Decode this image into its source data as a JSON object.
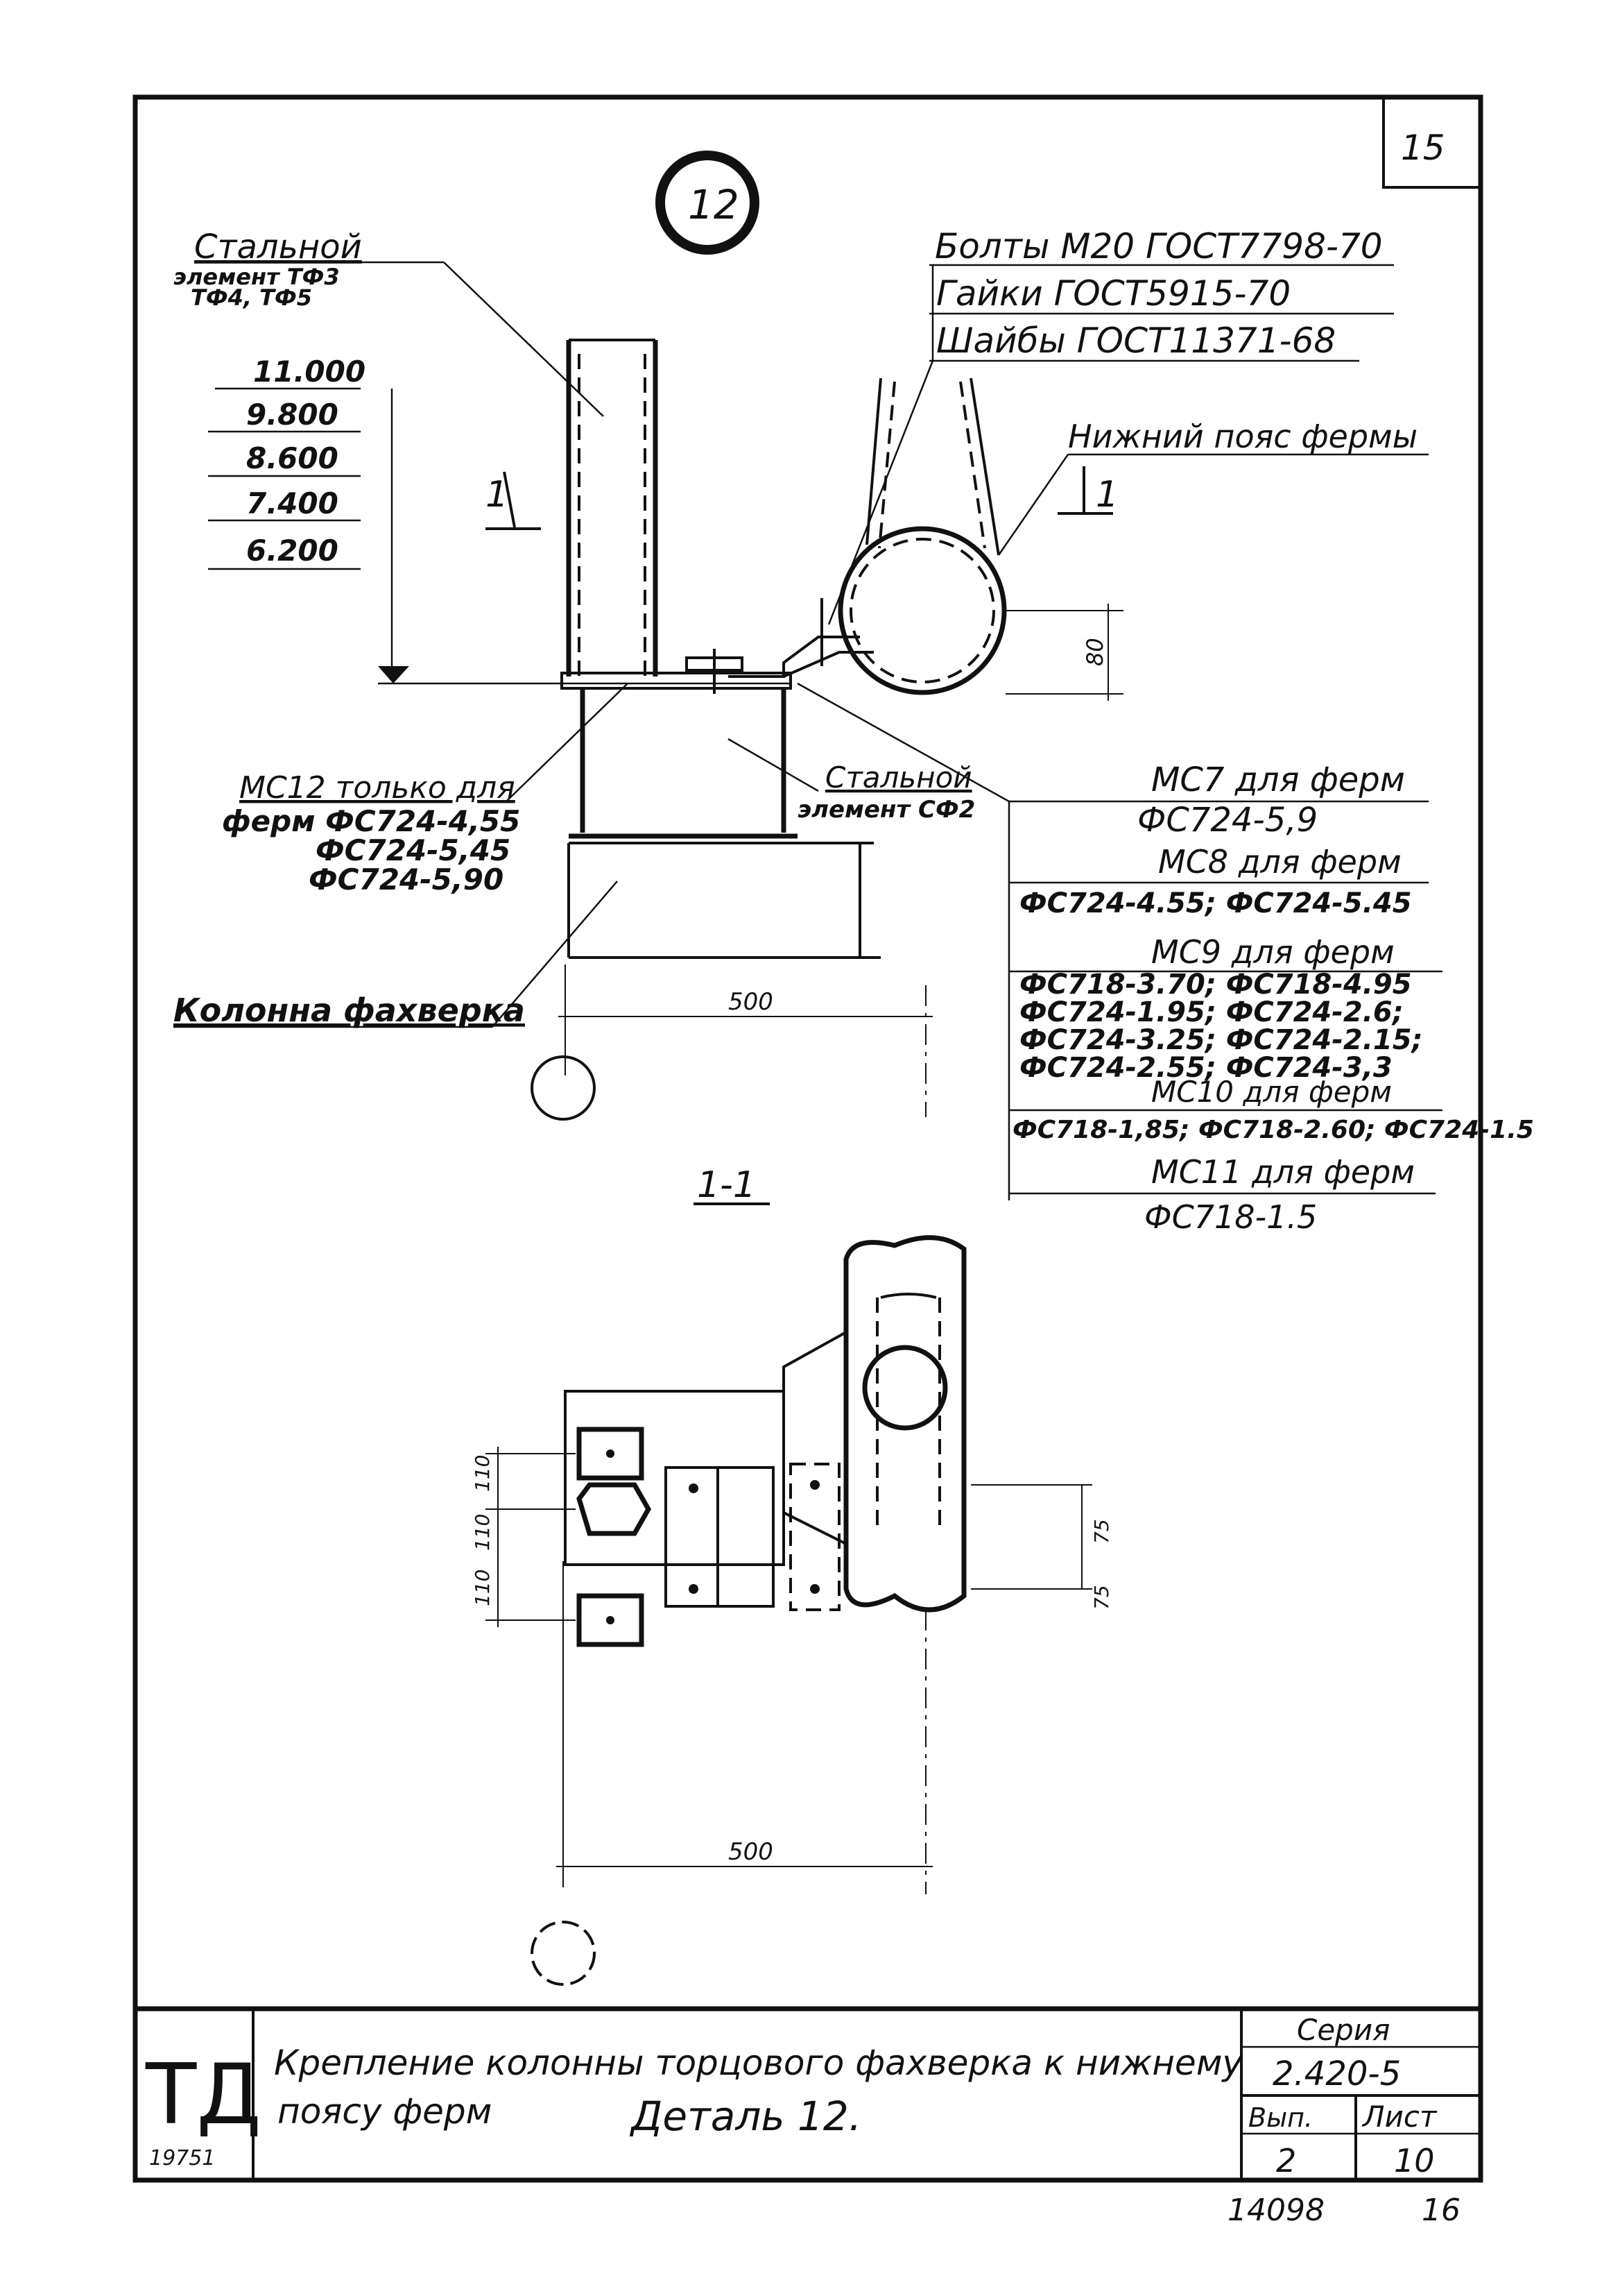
{
  "sheet": {
    "page_number": "15",
    "detail_number": "12",
    "bottom_numbers": [
      "14098",
      "16"
    ]
  },
  "callouts": {
    "steel_element_tf": [
      "Стальной",
      "элемент ТФ3",
      "ТФ4, ТФ5"
    ],
    "bolts": "Болты М20 ГОСТ7798-70",
    "nuts": "Гайки ГОСТ5915-70",
    "washers": "Шайбы ГОСТ11371-68",
    "lower_chord": "Нижний пояс фермы",
    "mc12": [
      "МС12 только для",
      "ферм ФС724-4,55",
      "ФС724-5,45",
      "ФС724-5,90"
    ],
    "steel_element_sf": [
      "Стальной",
      "элемент СФ2"
    ],
    "column": "Колонна фахверка",
    "mc7": [
      "МС7 для ферм",
      "ФС724-5,9"
    ],
    "mc8": [
      "МС8 для ферм",
      "ФС724-4.55; ФС724-5.45"
    ],
    "mc9": [
      "МС9 для ферм",
      "ФС718-3.70; ФС718-4.95",
      "ФС724-1.95; ФС724-2.6;",
      "ФС724-3.25; ФС724-2.15;",
      "ФС724-2.55; ФС724-3,3"
    ],
    "mc10": [
      "МС10 для ферм",
      "ФС718-1,85; ФС718-2.60; ФС724-1.5"
    ],
    "mc11": [
      "МС11 для ферм",
      "ФС718-1.5"
    ]
  },
  "levels": [
    "11.000",
    "9.800",
    "8.600",
    "7.400",
    "6.200"
  ],
  "section_marks": {
    "left": "1",
    "right": "1",
    "section_title": "1-1"
  },
  "dimensions": {
    "height_80": "80",
    "width_500_top": "500",
    "width_500_bottom": "500",
    "d110_a": "110",
    "d110_b": "110",
    "d110_c": "110",
    "d75_a": "75",
    "d75_b": "75"
  },
  "title_block": {
    "logo": "ТД",
    "code": "19751",
    "title_line1": "Крепление колонны торцового фахверка к нижнему",
    "title_line2": "поясу ферм",
    "detail_label": "Деталь 12.",
    "series_label": "Серия",
    "series_value": "2.420-5",
    "issue_label": "Вып.",
    "issue_value": "2",
    "sheet_label": "Лист",
    "sheet_value": "10"
  }
}
